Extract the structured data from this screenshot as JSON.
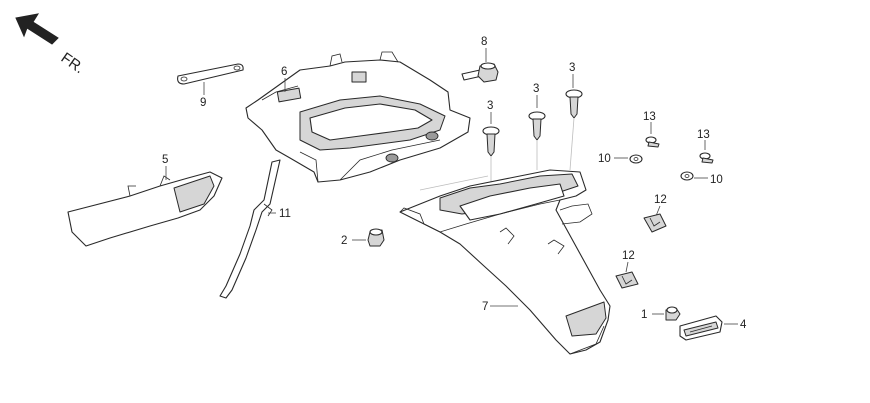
{
  "direction": {
    "label": "FR."
  },
  "callouts": [
    {
      "id": "c8",
      "text": "8"
    },
    {
      "id": "c3a",
      "text": "3"
    },
    {
      "id": "c3b",
      "text": "3"
    },
    {
      "id": "c3c",
      "text": "3"
    },
    {
      "id": "c6",
      "text": "6"
    },
    {
      "id": "c9",
      "text": "9"
    },
    {
      "id": "c5",
      "text": "5"
    },
    {
      "id": "c11",
      "text": "11"
    },
    {
      "id": "c13a",
      "text": "13"
    },
    {
      "id": "c13b",
      "text": "13"
    },
    {
      "id": "c10a",
      "text": "10"
    },
    {
      "id": "c10b",
      "text": "10"
    },
    {
      "id": "c12a",
      "text": "12"
    },
    {
      "id": "c12b",
      "text": "12"
    },
    {
      "id": "c2",
      "text": "2"
    },
    {
      "id": "c7",
      "text": "7"
    },
    {
      "id": "c1",
      "text": "1"
    },
    {
      "id": "c4",
      "text": "4"
    }
  ]
}
